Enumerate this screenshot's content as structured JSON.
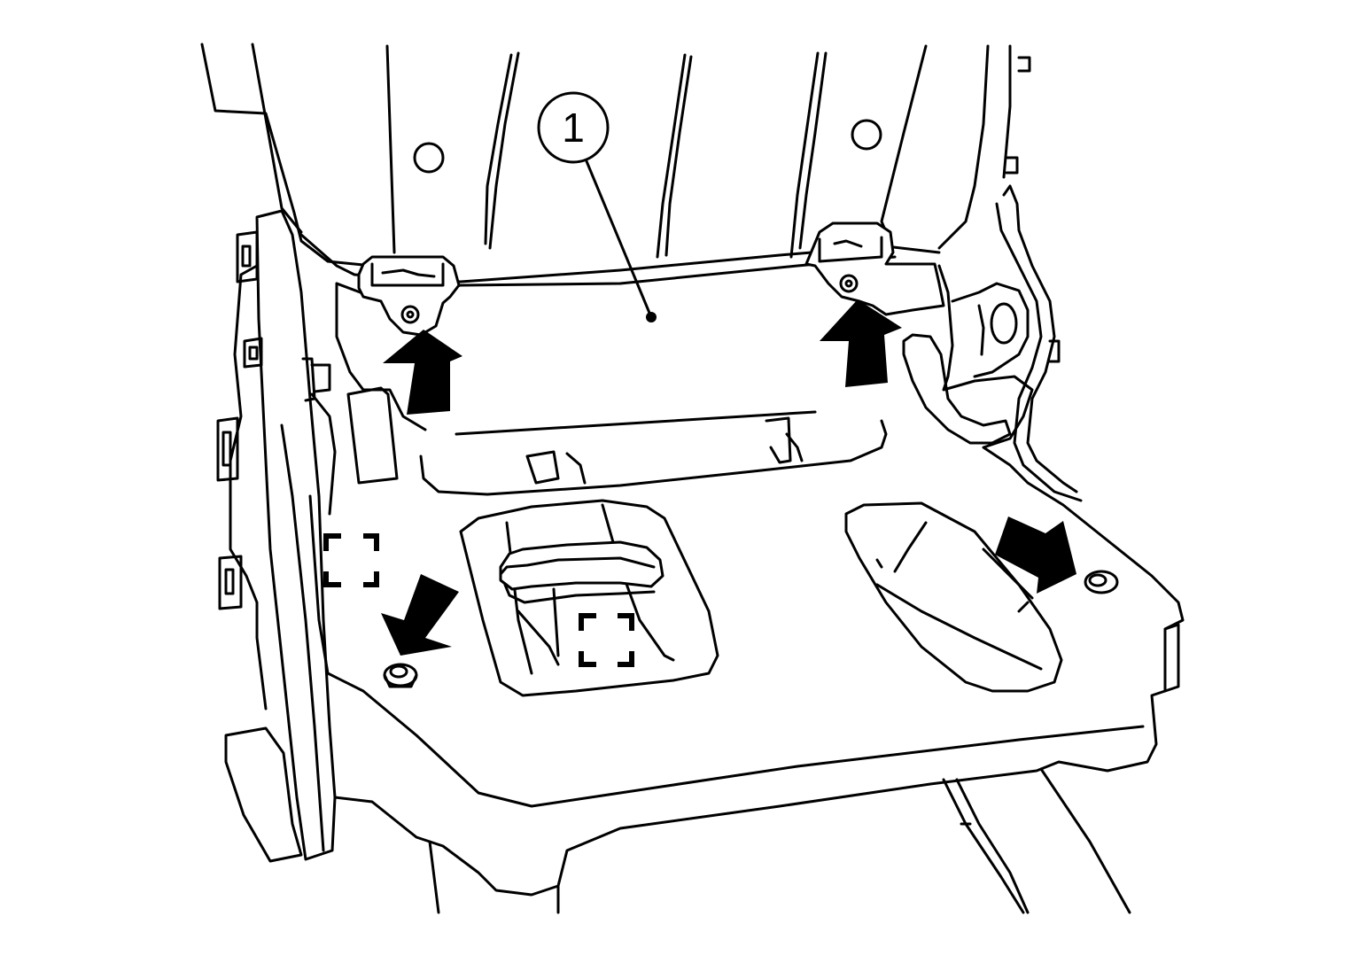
{
  "figure": {
    "callouts": [
      {
        "id": "1",
        "label": "1"
      }
    ],
    "colors": {
      "stroke": "#000000",
      "background": "#ffffff"
    },
    "symbols": [
      "pull-up-arrow",
      "pull-out-arrow",
      "clip-marker",
      "bolt-icon"
    ]
  }
}
